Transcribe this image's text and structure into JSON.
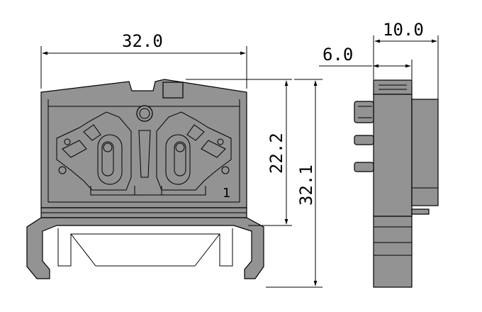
{
  "dimensions": {
    "width_total": "32.0",
    "height_housing": "22.2",
    "height_total": "32.1",
    "side_width_total": "10.0",
    "side_width_partial": "6.0"
  },
  "labels": {
    "position_number": "1"
  },
  "colors": {
    "body": "#939393",
    "line": "#000000",
    "background": "#ffffff"
  }
}
